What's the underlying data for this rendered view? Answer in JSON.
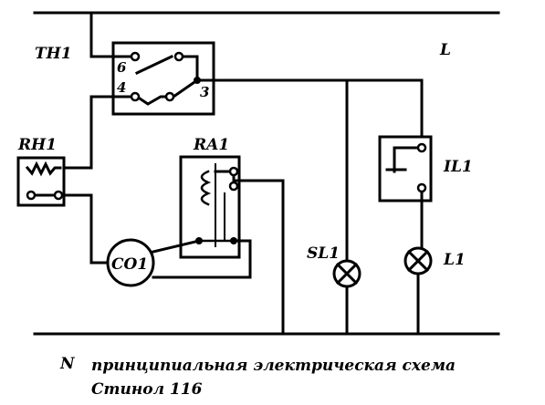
{
  "labels": {
    "th1": "TH1",
    "l": "L",
    "rh1": "RH1",
    "ra1": "RA1",
    "il1": "IL1",
    "sl1": "SL1",
    "l1": "L1",
    "co1": "CO1",
    "n": "N",
    "pin6": "6",
    "pin4": "4",
    "pin3": "3"
  },
  "caption": {
    "line1": "принципиальная электрическая схема",
    "line2": "Стинол 116"
  }
}
